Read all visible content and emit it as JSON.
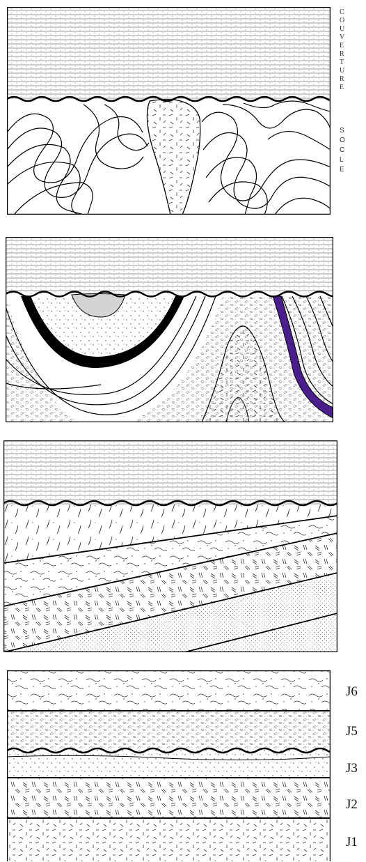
{
  "panel1": {
    "side_upper": "COUVERTURE",
    "side_lower": "SOCLE"
  },
  "legend": {
    "labels": [
      "J6",
      "J5",
      "J3",
      "J2",
      "J1"
    ]
  },
  "colors": {
    "outline": "#000000",
    "highlight_purple": "#4b1e8e",
    "highlight_gray": "#d4d4d4"
  }
}
